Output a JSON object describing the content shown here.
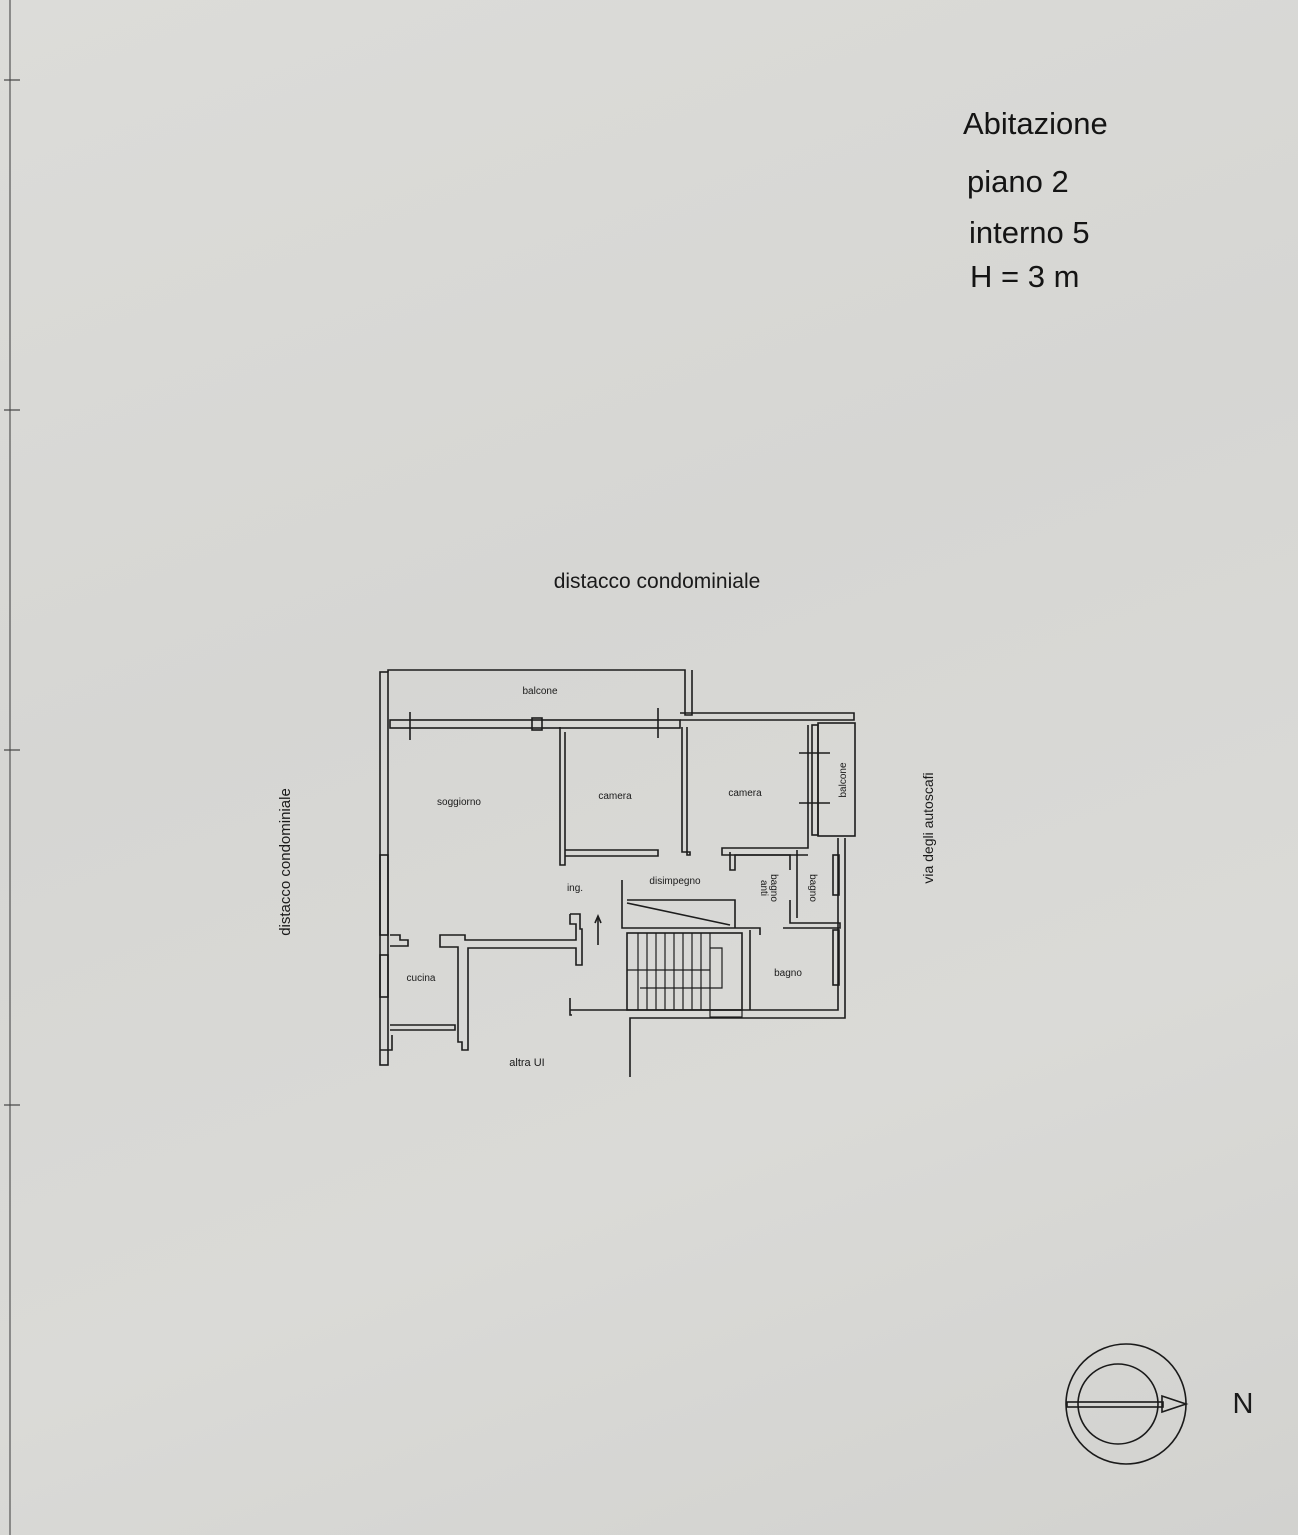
{
  "header": {
    "title": "Abitazione",
    "floor": "piano 2",
    "unit": "interno 5",
    "height": "H = 3 m"
  },
  "surroundings": {
    "top": "distacco condominiale",
    "left": "distacco condominiale",
    "right": "via degli autoscafi",
    "bottom": "altra UI"
  },
  "rooms": {
    "balcony_top": "balcone",
    "living": "soggiorno",
    "bedroom1": "camera",
    "bedroom2": "camera",
    "balcony_right": "balcone",
    "entrance": "ing.",
    "hallway": "disimpegno",
    "antebath_1": "anti",
    "antebath_2": "bagno",
    "bath_small": "bagno",
    "kitchen": "cucina",
    "bath": "bagno"
  },
  "compass": {
    "label": "N",
    "icon": "north-arrow-icon"
  }
}
